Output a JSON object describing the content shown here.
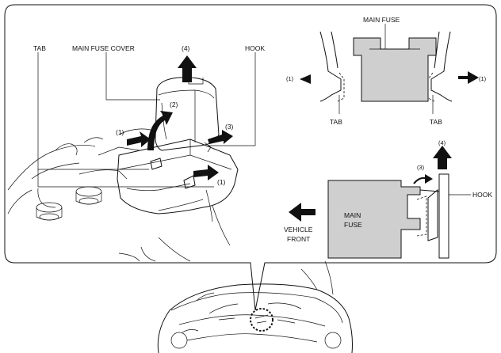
{
  "labels": {
    "tab_left": "TAB",
    "main_fuse_cover": "MAIN FUSE COVER",
    "step4_main": "(4)",
    "hook_main": "HOOK",
    "step2": "(2)",
    "step1_upper": "(1)",
    "step3_main": "(3)",
    "step1_lower": "(1)",
    "main_fuse_title": "MAIN FUSE",
    "step1_right_left": "(1)",
    "step1_right_right": "(1)",
    "tab_right_left": "TAB",
    "tab_right_right": "TAB",
    "step4_detail": "(4)",
    "step3_detail": "(3)",
    "hook_detail": "HOOK",
    "main_fuse_line1": "MAIN",
    "main_fuse_line2": "FUSE",
    "vehicle_line1": "VEHICLE",
    "vehicle_line2": "FRONT"
  },
  "colors": {
    "fuse_fill": "#cfcfcf",
    "line": "#111111"
  }
}
